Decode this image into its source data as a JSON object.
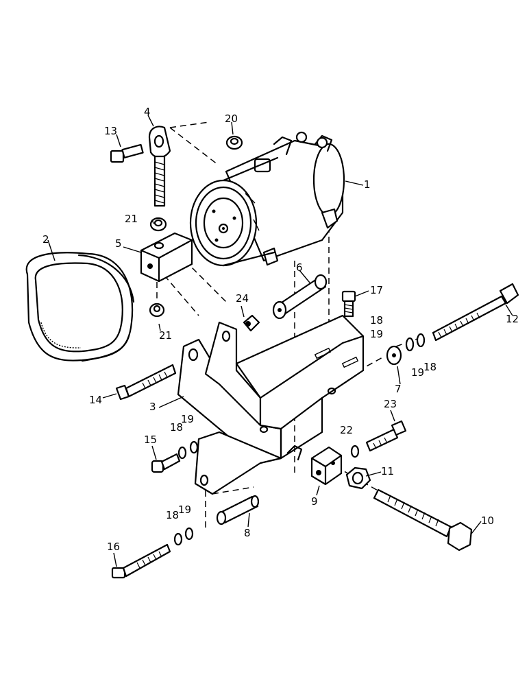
{
  "diagram": {
    "callouts": [
      {
        "id": "p1",
        "text": "1"
      },
      {
        "id": "p2",
        "text": "2"
      },
      {
        "id": "p3",
        "text": "3"
      },
      {
        "id": "p4",
        "text": "4"
      },
      {
        "id": "p5",
        "text": "5"
      },
      {
        "id": "p6",
        "text": "6"
      },
      {
        "id": "p7",
        "text": "7"
      },
      {
        "id": "p8",
        "text": "8"
      },
      {
        "id": "p9",
        "text": "9"
      },
      {
        "id": "p10",
        "text": "10"
      },
      {
        "id": "p11",
        "text": "11"
      },
      {
        "id": "p12",
        "text": "12"
      },
      {
        "id": "p13",
        "text": "13"
      },
      {
        "id": "p14",
        "text": "14"
      },
      {
        "id": "p15",
        "text": "15"
      },
      {
        "id": "p16",
        "text": "16"
      },
      {
        "id": "p17",
        "text": "17"
      },
      {
        "id": "p18a",
        "text": "18"
      },
      {
        "id": "p18b",
        "text": "18"
      },
      {
        "id": "p18c",
        "text": "18"
      },
      {
        "id": "p18d",
        "text": "18"
      },
      {
        "id": "p19a",
        "text": "19"
      },
      {
        "id": "p19b",
        "text": "19"
      },
      {
        "id": "p19c",
        "text": "19"
      },
      {
        "id": "p19d",
        "text": "19"
      },
      {
        "id": "p20",
        "text": "20"
      },
      {
        "id": "p21a",
        "text": "21"
      },
      {
        "id": "p21b",
        "text": "21"
      },
      {
        "id": "p22",
        "text": "22"
      },
      {
        "id": "p23",
        "text": "23"
      },
      {
        "id": "p24",
        "text": "24"
      }
    ]
  }
}
